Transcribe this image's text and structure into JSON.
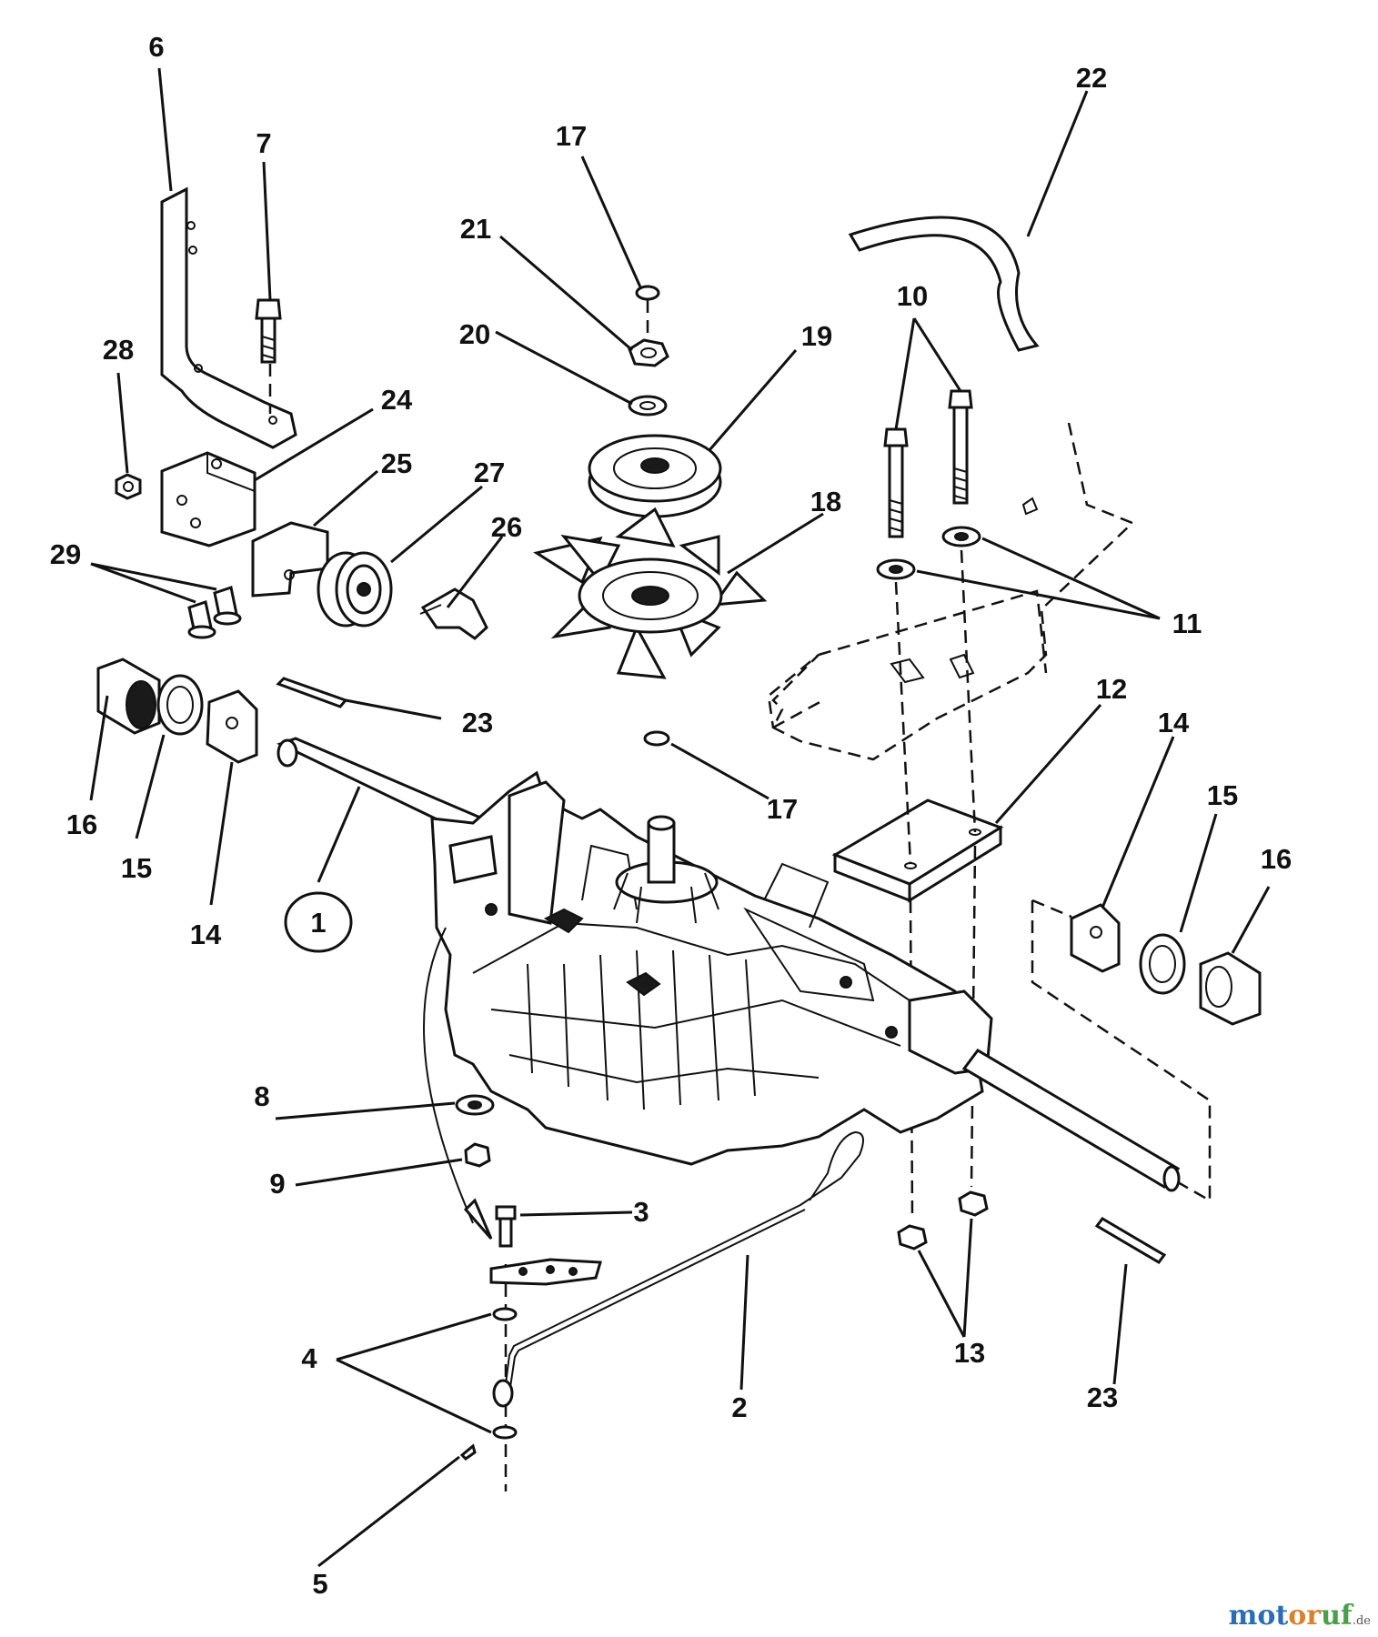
{
  "diagram": {
    "title": "Transaxle parts diagram",
    "callouts": {
      "c1": "1",
      "c2": "2",
      "c3": "3",
      "c4": "4",
      "c5": "5",
      "c6": "6",
      "c7": "7",
      "c8": "8",
      "c9": "9",
      "c10": "10",
      "c11": "11",
      "c12": "12",
      "c13": "13",
      "c14a": "14",
      "c14b": "14",
      "c15a": "15",
      "c15b": "15",
      "c16a": "16",
      "c16b": "16",
      "c17a": "17",
      "c17b": "17",
      "c18": "18",
      "c19": "19",
      "c20": "20",
      "c21": "21",
      "c22": "22",
      "c23a": "23",
      "c23b": "23",
      "c24": "24",
      "c25": "25",
      "c26": "26",
      "c27": "27",
      "c28": "28",
      "c29": "29"
    }
  },
  "watermark": {
    "brand_a": "mot",
    "brand_b": "or",
    "brand_c": "uf",
    "suffix": ".de"
  }
}
